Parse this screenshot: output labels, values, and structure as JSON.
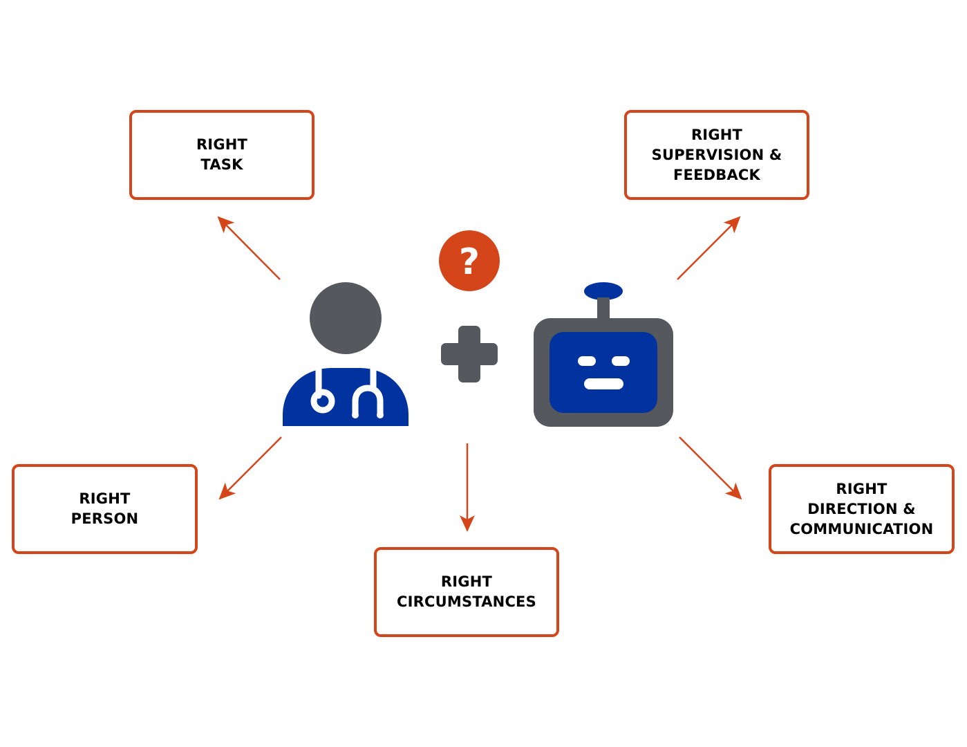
{
  "colors": {
    "accent": "#d4451a",
    "icon_gray": "#55585c",
    "icon_blue": "#0033a0",
    "text": "#000000",
    "background": "#ffffff"
  },
  "center": {
    "person_icon": "doctor-with-stethoscope-icon",
    "plus_icon": "plus-icon",
    "question_icon": "question-mark-icon",
    "question_glyph": "?",
    "robot_icon": "robot-icon"
  },
  "boxes": {
    "task": {
      "lines": [
        "RIGHT",
        "TASK"
      ]
    },
    "supervision": {
      "lines": [
        "RIGHT",
        "SUPERVISION &",
        "FEEDBACK"
      ]
    },
    "person": {
      "lines": [
        "RIGHT",
        "PERSON"
      ]
    },
    "direction": {
      "lines": [
        "RIGHT",
        "DIRECTION &",
        "COMMUNICATION"
      ]
    },
    "circumstances": {
      "lines": [
        "RIGHT",
        "CIRCUMSTANCES"
      ]
    }
  }
}
